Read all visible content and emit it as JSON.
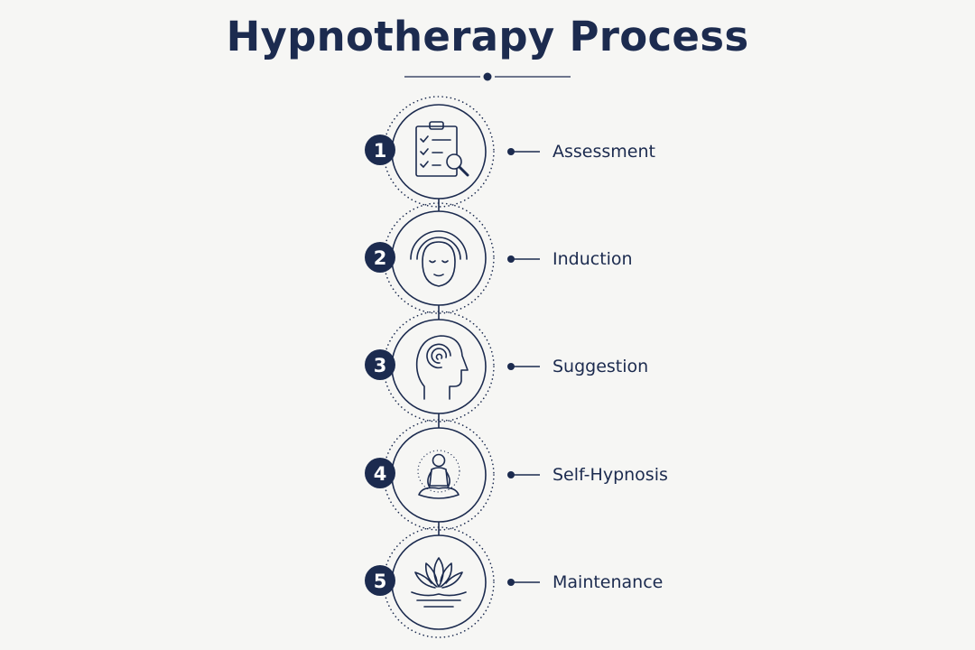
{
  "title": "Hypnotherapy Process",
  "colors": {
    "background": "#f6f6f4",
    "navy": "#1c2b4f",
    "number_text": "#ffffff"
  },
  "steps": [
    {
      "number": "1",
      "label": "Assessment",
      "icon": "clipboard-checklist-magnifier-icon"
    },
    {
      "number": "2",
      "label": "Induction",
      "icon": "relaxed-face-sound-waves-icon"
    },
    {
      "number": "3",
      "label": "Suggestion",
      "icon": "head-spiral-icon"
    },
    {
      "number": "4",
      "label": "Self-Hypnosis",
      "icon": "meditating-person-icon"
    },
    {
      "number": "5",
      "label": "Maintenance",
      "icon": "lotus-flower-icon"
    }
  ]
}
